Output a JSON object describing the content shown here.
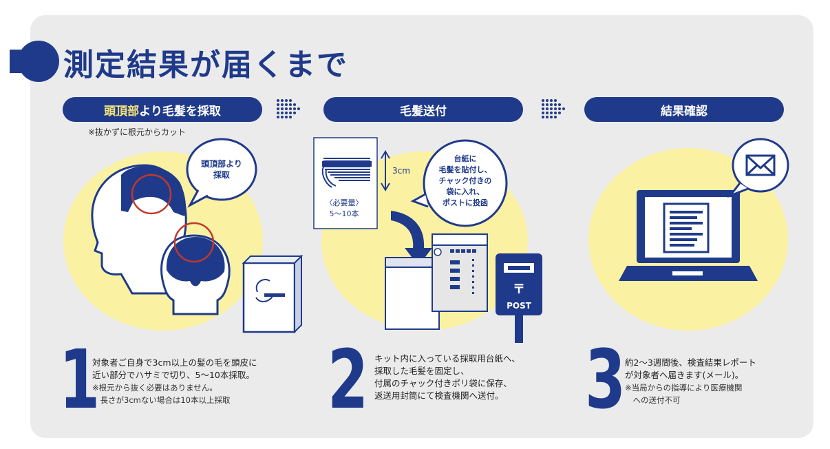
{
  "title": "測定結果が届くまで",
  "steps": [
    {
      "header_highlight": "頭頂部",
      "header_rest": "より毛髪を採取",
      "note": "※抜かずに根元からカット",
      "bubble_line1": "頭頂部より",
      "bubble_line2": "採取",
      "number": "1",
      "desc_lines": [
        "対象者ご自身で3cm以上の髪の毛を頭皮に",
        "近い部分でハサミで切り、5～10本採取。"
      ],
      "sub_lines": [
        "※根元から抜く必要はありません。",
        "　長さが3cmない場合は10本以上採取"
      ]
    },
    {
      "header": "毛髪送付",
      "card_length": "3cm",
      "card_label1": "〈必要量〉",
      "card_label2": "5～10本",
      "bubble_lines": [
        "台紙に",
        "毛髪を貼付し、",
        "チャック付きの",
        "袋に入れ、",
        "ポストに投函"
      ],
      "post_label": "POST",
      "post_mark": "〒",
      "number": "2",
      "desc_lines": [
        "キット内に入っている採取用台紙へ、",
        "採取した毛髪を固定し、",
        "付属のチャック付きポリ袋に保存、",
        "返送用封筒にて検査機関へ送付。"
      ]
    },
    {
      "header": "結果確認",
      "number": "3",
      "desc_lines": [
        "約2～3週間後、検査結果レポート",
        "が対象者へ届きます(メール)。"
      ],
      "sub_lines": [
        "※当局からの指導により医療機関",
        "　への送付不可"
      ]
    }
  ],
  "colors": {
    "navy": "#1f3a8a",
    "yellow": "#fbf1a3",
    "panel": "#ebebeb",
    "accent_red": "#c0392b"
  }
}
